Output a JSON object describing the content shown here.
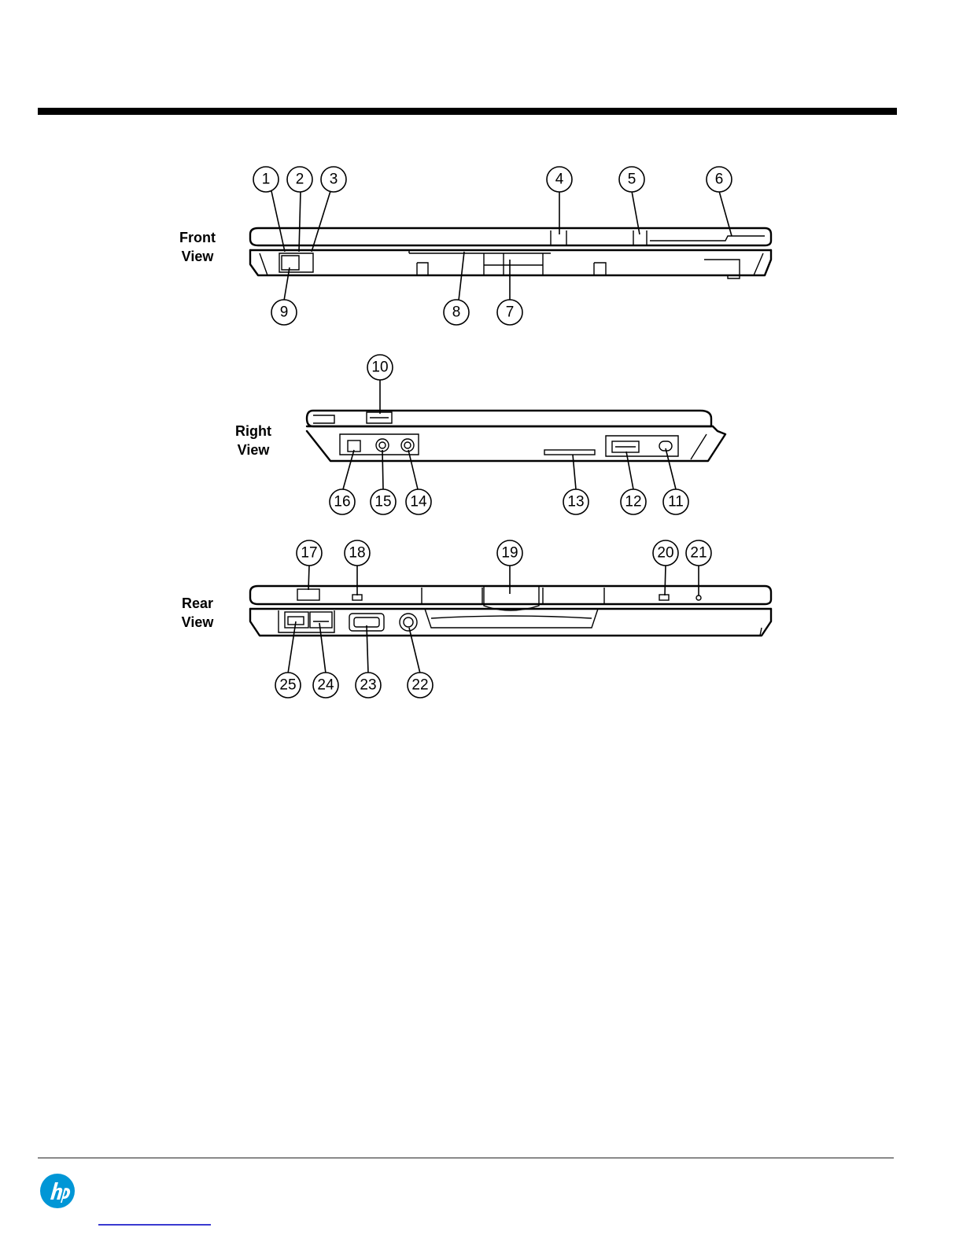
{
  "views": {
    "front": {
      "line1": "Front",
      "line2": "View"
    },
    "right": {
      "line1": "Right",
      "line2": "View"
    },
    "rear": {
      "line1": "Rear",
      "line2": "View"
    }
  },
  "callouts": {
    "c1": "1",
    "c2": "2",
    "c3": "3",
    "c4": "4",
    "c5": "5",
    "c6": "6",
    "c7": "7",
    "c8": "8",
    "c9": "9",
    "c10": "10",
    "c11": "11",
    "c12": "12",
    "c13": "13",
    "c14": "14",
    "c15": "15",
    "c16": "16",
    "c17": "17",
    "c18": "18",
    "c19": "19",
    "c20": "20",
    "c21": "21",
    "c22": "22",
    "c23": "23",
    "c24": "24",
    "c25": "25"
  },
  "logo": {
    "icon": "hp-logo-icon",
    "color": "#0096d6"
  },
  "colors": {
    "rule": "#000000",
    "footer_rule": "#8a8a8a",
    "link": "#3a3ad0"
  }
}
